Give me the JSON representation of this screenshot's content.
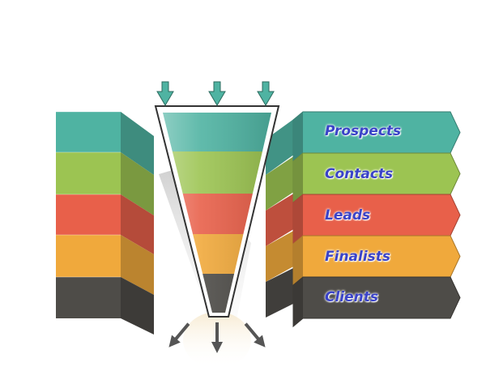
{
  "stages": [
    {
      "label": "Prospects",
      "color": "#4fb3a2"
    },
    {
      "label": "Contacts",
      "color": "#9cc452"
    },
    {
      "label": "Leads",
      "color": "#e8604a"
    },
    {
      "label": "Finalists",
      "color": "#f0a93c"
    },
    {
      "label": "Clients",
      "color": "#4e4c48"
    }
  ],
  "input_arrows": {
    "count": 3,
    "icon": "arrow-down-icon",
    "color": "#4fb3a2"
  },
  "output_arrows": {
    "count": 3,
    "icon": "arrow-down-icon",
    "color": "#555555"
  },
  "label_color": "#3a43c8"
}
